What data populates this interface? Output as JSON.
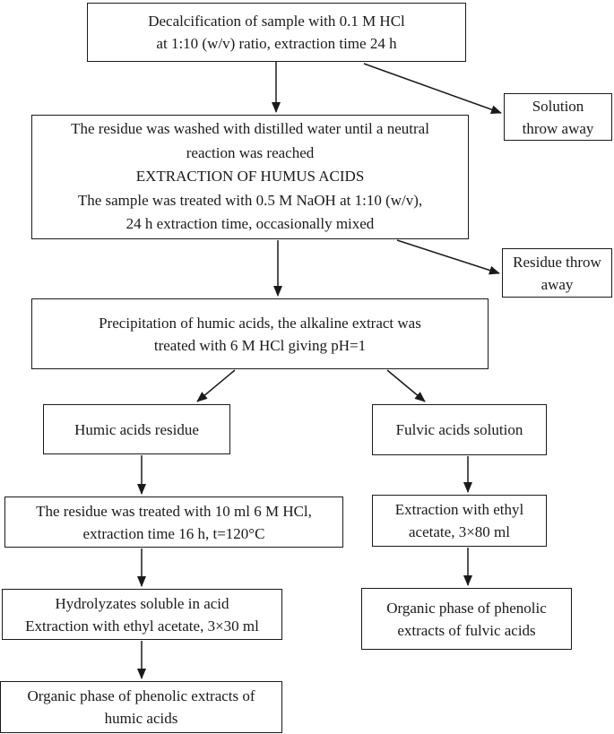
{
  "colors": {
    "background": "#ffffff",
    "line": "#1a1a1a",
    "text": "#1a1a1a"
  },
  "flowchart": {
    "description": "Extraction procedure flowchart for humic and fulvic acids",
    "boxes": {
      "decalcification": {
        "lines": [
          "Decalcification of sample with 0.1 M HCl",
          "at 1:10 (w/v) ratio, extraction time 24 h"
        ]
      },
      "solution_throw_away": {
        "lines": [
          "Solution",
          "throw away"
        ]
      },
      "residue_washed": {
        "lines": [
          "The residue was washed with distilled water until a neutral",
          "reaction was reached",
          "EXTRACTION OF HUMUS ACIDS",
          "The sample was treated with 0.5 M NaOH at 1:10 (w/v),",
          "24 h extraction time, occasionally mixed"
        ]
      },
      "residue_throw_away": {
        "lines": [
          "Residue throw",
          "away"
        ]
      },
      "precipitation": {
        "lines": [
          "Precipitation of humic acids, the alkaline extract was",
          "treated with 6 M HCl giving pH=1"
        ]
      },
      "humic_acids_residue": {
        "lines": [
          "Humic acids residue"
        ]
      },
      "fulvic_acids_solution": {
        "lines": [
          "Fulvic acids solution"
        ]
      },
      "residue_treated_hcl": {
        "lines": [
          "The residue was treated with 10 ml 6 M HCl,",
          "extraction time 16 h, t=120°C"
        ]
      },
      "ethyl_acetate_80": {
        "lines": [
          "Extraction with ethyl",
          "acetate, 3×80 ml"
        ]
      },
      "hydrolyzates": {
        "lines": [
          "Hydrolyzates soluble in acid",
          "Extraction with ethyl acetate, 3×30 ml"
        ]
      },
      "organic_fulvic": {
        "lines": [
          "Organic phase of phenolic",
          "extracts of fulvic acids"
        ]
      },
      "organic_humic": {
        "lines": [
          "Organic phase of phenolic extracts of",
          "humic acids"
        ]
      }
    }
  }
}
